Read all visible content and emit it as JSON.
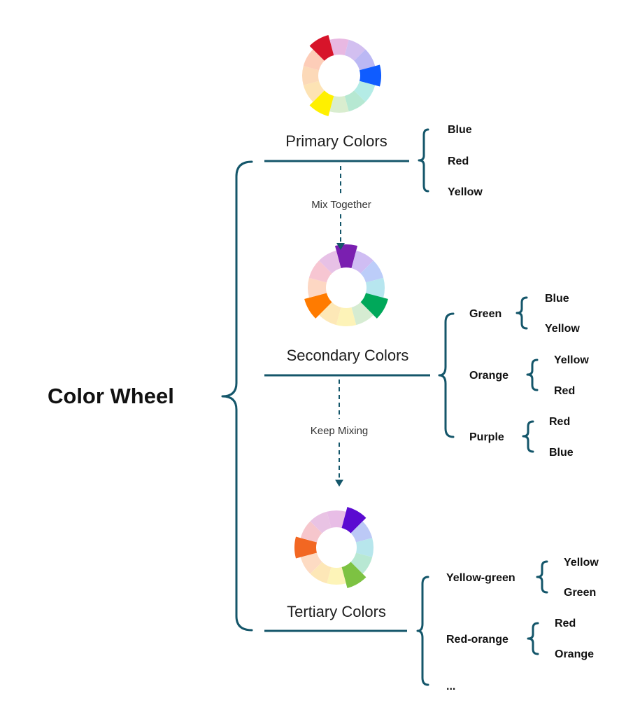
{
  "title": "Color Wheel",
  "colors": {
    "line": "#14566a"
  },
  "arrows": [
    {
      "label": "Mix Together"
    },
    {
      "label": "Keep Mixing"
    }
  ],
  "levels": [
    {
      "name": "Primary Colors",
      "items": [
        {
          "label": "Blue"
        },
        {
          "label": "Red"
        },
        {
          "label": "Yellow"
        }
      ],
      "wheel": {
        "colors": [
          "#e8b8e2",
          "#d2bff0",
          "#bbb8f4",
          "#0f5cff",
          "#b4ece6",
          "#b6e8d2",
          "#d9edcf",
          "#fff000",
          "#fde3b4",
          "#fcd9b8",
          "#fdcdb8",
          "#d7142a"
        ]
      }
    },
    {
      "name": "Secondary Colors",
      "items": [
        {
          "label": "Green",
          "children": [
            "Blue",
            "Yellow"
          ]
        },
        {
          "label": "Orange",
          "children": [
            "Yellow",
            "Red"
          ]
        },
        {
          "label": "Purple",
          "children": [
            "Red",
            "Blue"
          ]
        }
      ],
      "wheel": {
        "colors": [
          "#7a1fb0",
          "#cfbdf3",
          "#bccdf9",
          "#b7e6ef",
          "#00a85a",
          "#d6ecd2",
          "#fdf3b8",
          "#fde8b7",
          "#ff7b00",
          "#fdd7c3",
          "#f7c6d2",
          "#e7c1e6"
        ]
      }
    },
    {
      "name": "Tertiary Colors",
      "items": [
        {
          "label": "Yellow-green",
          "children": [
            "Yellow",
            "Green"
          ]
        },
        {
          "label": "Red-orange",
          "children": [
            "Red",
            "Orange"
          ]
        },
        {
          "label": "..."
        }
      ],
      "wheel": {
        "colors": [
          "#e8bde6",
          "#5b0bd1",
          "#bcc9f6",
          "#b7e6ec",
          "#b8e8d3",
          "#7dc242",
          "#fdf4b8",
          "#fde7b7",
          "#fddbc3",
          "#f26722",
          "#f6c6cc",
          "#e9c3e4"
        ]
      }
    }
  ]
}
